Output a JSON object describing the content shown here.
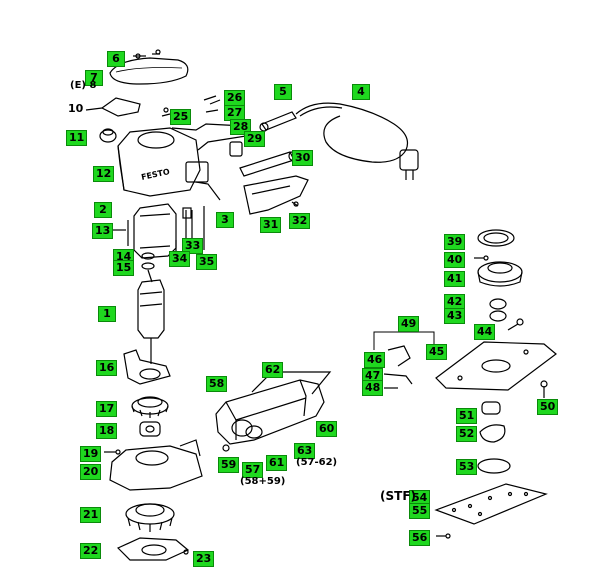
{
  "diagram": {
    "callouts": [
      {
        "id": "c6",
        "text": "6"
      },
      {
        "id": "c7",
        "text": "7"
      },
      {
        "id": "c10",
        "text": "10"
      },
      {
        "id": "c11",
        "text": "11"
      },
      {
        "id": "c12",
        "text": "12"
      },
      {
        "id": "c2",
        "text": "2"
      },
      {
        "id": "c13",
        "text": "13"
      },
      {
        "id": "c14",
        "text": "14"
      },
      {
        "id": "c15",
        "text": "15"
      },
      {
        "id": "c1",
        "text": "1"
      },
      {
        "id": "c16",
        "text": "16"
      },
      {
        "id": "c17",
        "text": "17"
      },
      {
        "id": "c18",
        "text": "18"
      },
      {
        "id": "c19",
        "text": "19"
      },
      {
        "id": "c20",
        "text": "20"
      },
      {
        "id": "c21",
        "text": "21"
      },
      {
        "id": "c22",
        "text": "22"
      },
      {
        "id": "c23",
        "text": "23"
      },
      {
        "id": "c26",
        "text": "26"
      },
      {
        "id": "c25",
        "text": "25"
      },
      {
        "id": "c27",
        "text": "27"
      },
      {
        "id": "c28",
        "text": "28"
      },
      {
        "id": "c29",
        "text": "29"
      },
      {
        "id": "c5",
        "text": "5"
      },
      {
        "id": "c4",
        "text": "4"
      },
      {
        "id": "c30",
        "text": "30"
      },
      {
        "id": "c3",
        "text": "3"
      },
      {
        "id": "c31",
        "text": "31"
      },
      {
        "id": "c32",
        "text": "32"
      },
      {
        "id": "c33",
        "text": "33"
      },
      {
        "id": "c34",
        "text": "34"
      },
      {
        "id": "c35",
        "text": "35"
      },
      {
        "id": "c39",
        "text": "39"
      },
      {
        "id": "c40",
        "text": "40"
      },
      {
        "id": "c41",
        "text": "41"
      },
      {
        "id": "c42",
        "text": "42"
      },
      {
        "id": "c43",
        "text": "43"
      },
      {
        "id": "c44",
        "text": "44"
      },
      {
        "id": "c49",
        "text": "49"
      },
      {
        "id": "c46",
        "text": "46"
      },
      {
        "id": "c45",
        "text": "45"
      },
      {
        "id": "c47",
        "text": "47"
      },
      {
        "id": "c48",
        "text": "48"
      },
      {
        "id": "c50",
        "text": "50"
      },
      {
        "id": "c51",
        "text": "51"
      },
      {
        "id": "c52",
        "text": "52"
      },
      {
        "id": "c53",
        "text": "53"
      },
      {
        "id": "c54",
        "text": "54"
      },
      {
        "id": "c55",
        "text": "55"
      },
      {
        "id": "c56",
        "text": "56"
      },
      {
        "id": "c58",
        "text": "58"
      },
      {
        "id": "c62",
        "text": "62"
      },
      {
        "id": "c60",
        "text": "60"
      },
      {
        "id": "c63",
        "text": "63"
      },
      {
        "id": "c59",
        "text": "59"
      },
      {
        "id": "c57",
        "text": "57"
      },
      {
        "id": "c61",
        "text": "61"
      }
    ],
    "labels": {
      "e8": "(E) 8",
      "stf": "(STF)",
      "range_57_62": "(57-62)",
      "range_58_59": "(58+59)",
      "brand": "FESTO"
    }
  }
}
